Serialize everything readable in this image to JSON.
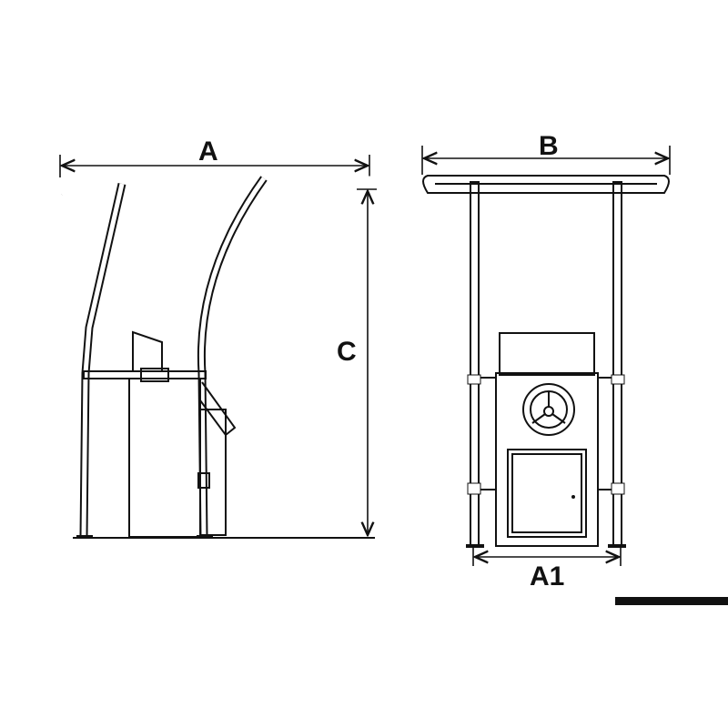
{
  "dimensions": {
    "side_width": "A",
    "front_width": "B",
    "height": "C",
    "base_width": "A1"
  },
  "colors": {
    "line": "#111111",
    "background": "#ffffff"
  }
}
